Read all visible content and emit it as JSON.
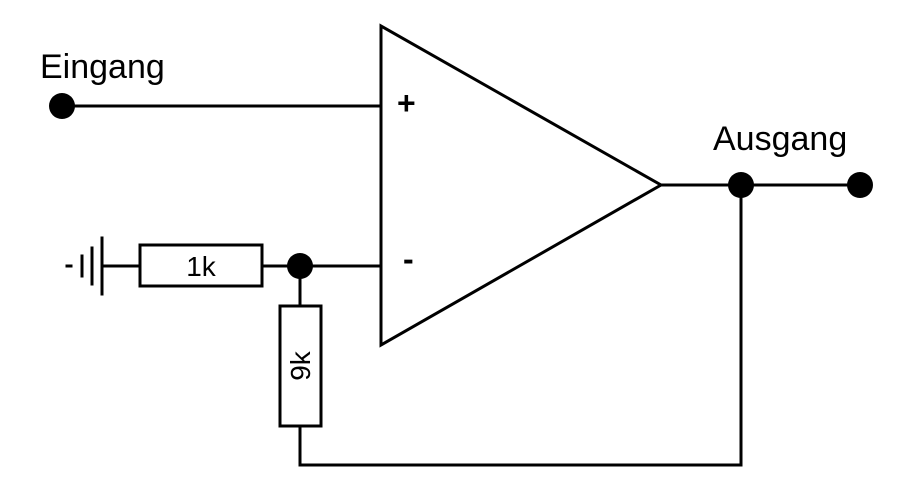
{
  "labels": {
    "input": "Eingang",
    "output": "Ausgang",
    "plus": "+",
    "minus": "-",
    "r_ground": "1k",
    "r_feedback": "9k"
  },
  "colors": {
    "line": "#000000",
    "background": "#ffffff"
  }
}
